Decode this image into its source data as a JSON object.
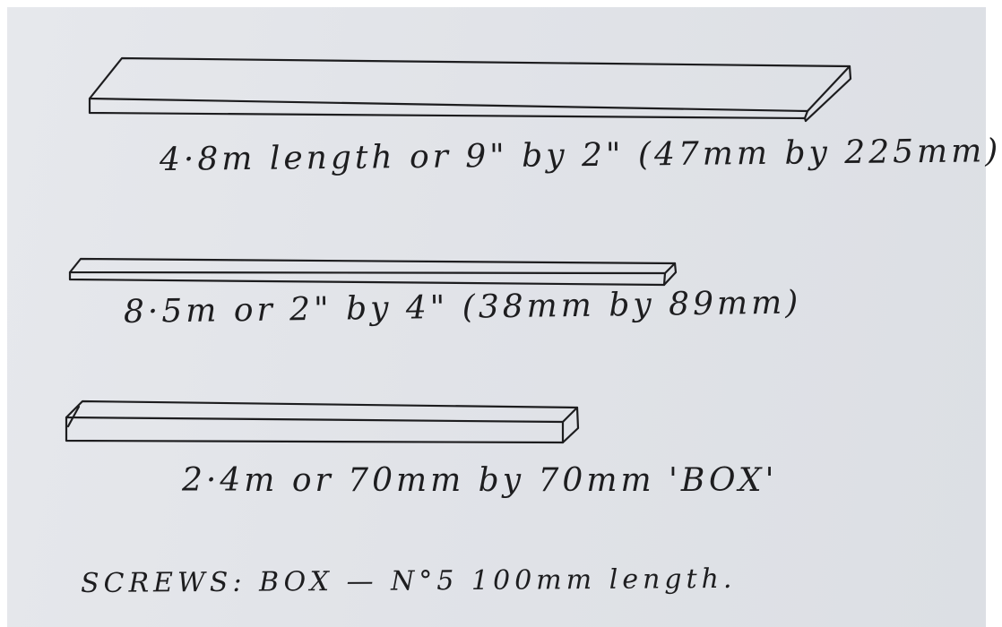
{
  "background_color": "#e2e4e9",
  "ink_color": "#1d1d1f",
  "notes": {
    "timber_1": "4·8m length or 9\" by 2\" (47mm by 225mm)",
    "timber_2": "8·5m or 2\" by 4\" (38mm by 89mm)",
    "timber_3": "2·4m or 70mm by 70mm 'BOX'",
    "screws": "SCREWS: BOX — N°5 100mm length."
  }
}
